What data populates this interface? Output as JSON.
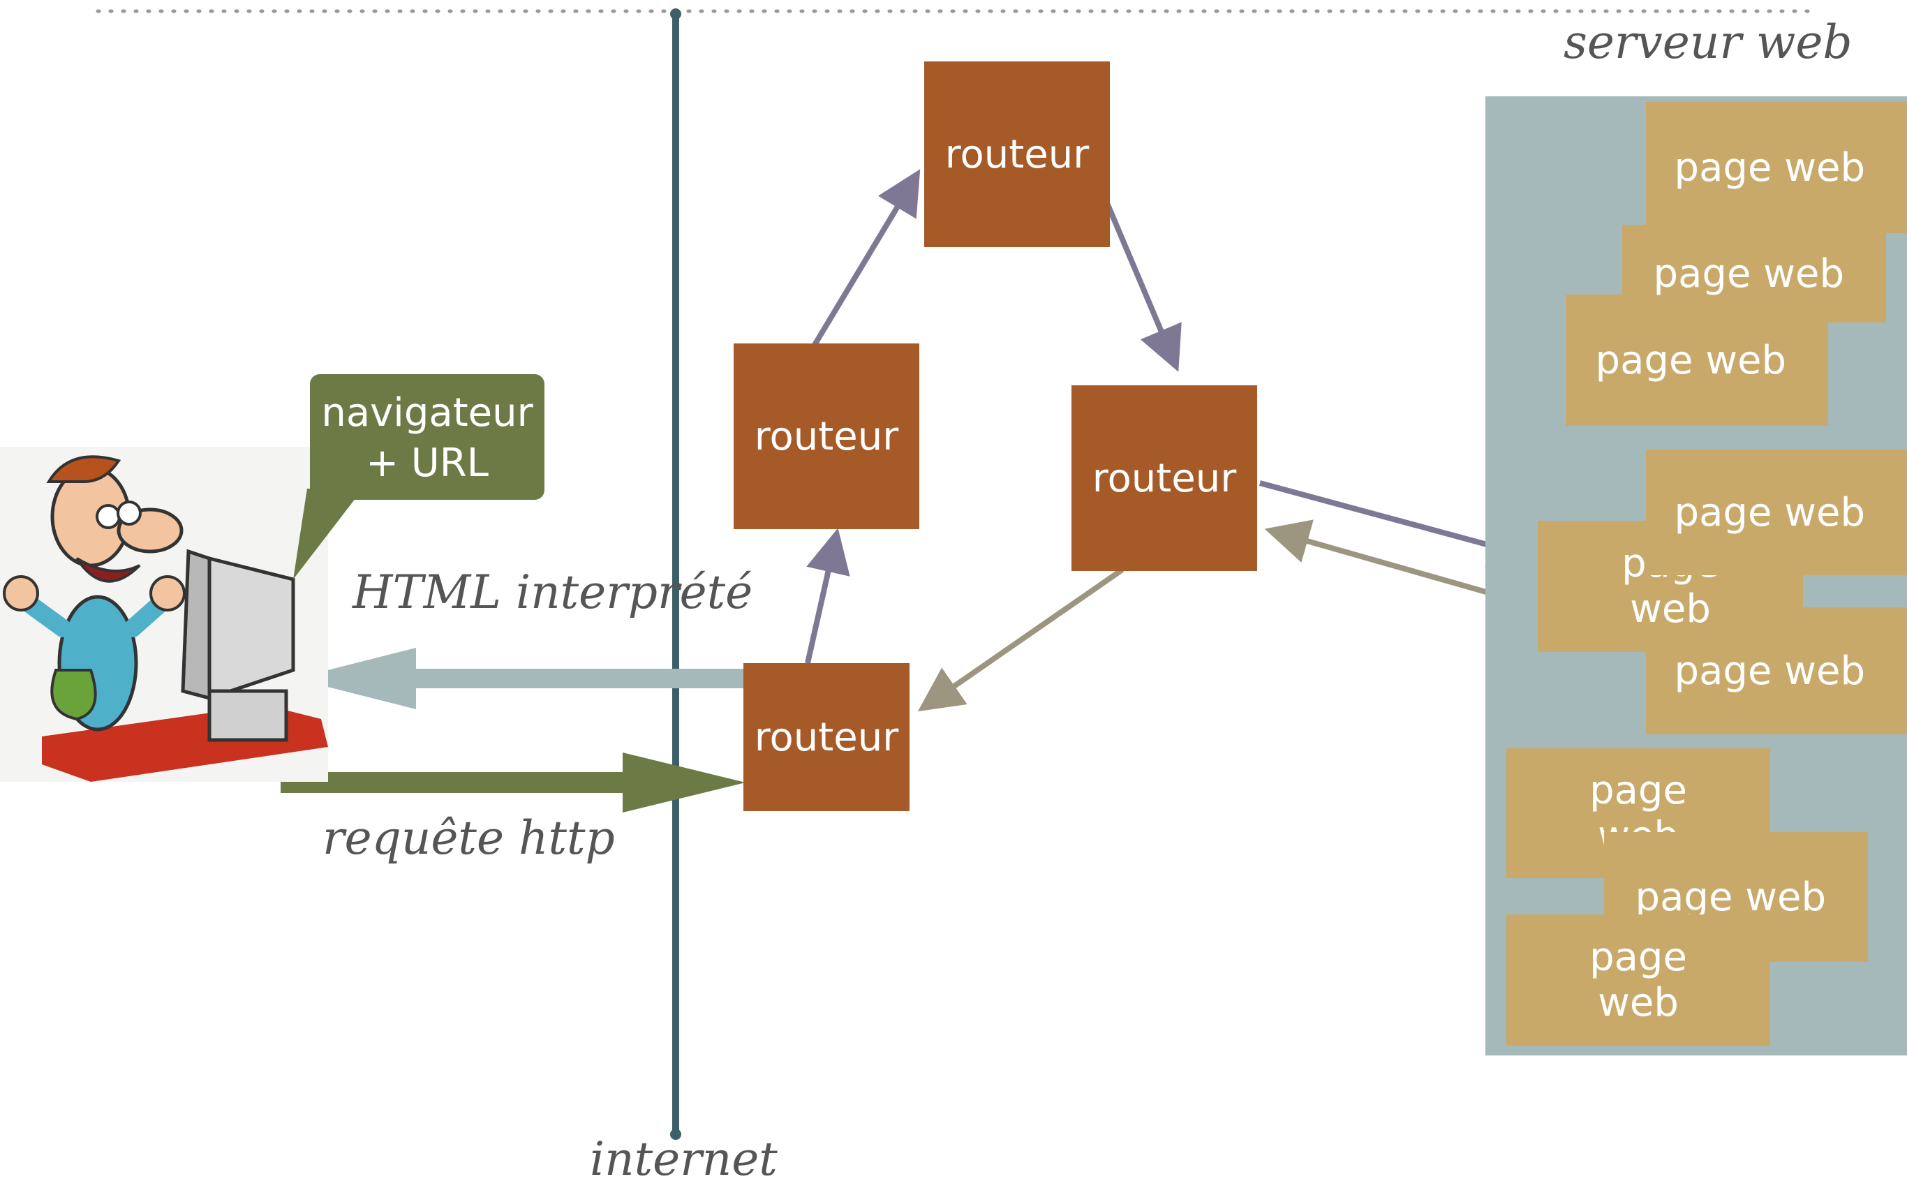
{
  "labels": {
    "server_title": "serveur web",
    "internet": "internet",
    "html_interpreted": "HTML interprété",
    "http_request": "requête http"
  },
  "callout": {
    "line1": "navigateur",
    "line2": "+ URL"
  },
  "routers": {
    "top": "routeur",
    "left": "routeur",
    "right": "routeur",
    "bottom": "routeur"
  },
  "pages": [
    "page web",
    "page web",
    "page web",
    "page web",
    "page web",
    "page web",
    "page web",
    "page web",
    "page web"
  ],
  "colors": {
    "router": "#a55a27",
    "page": "#c8a96a",
    "server_background": "#a5b9ba",
    "callout": "#6c7a45",
    "request_arrow": "#6c7a45",
    "response_arrow": "#a5b9ba",
    "route_arrow": "#7e7894",
    "return_arrow": "#9c9680",
    "internet_line": "#3d6068"
  },
  "illustration": "user-at-computer-icon"
}
